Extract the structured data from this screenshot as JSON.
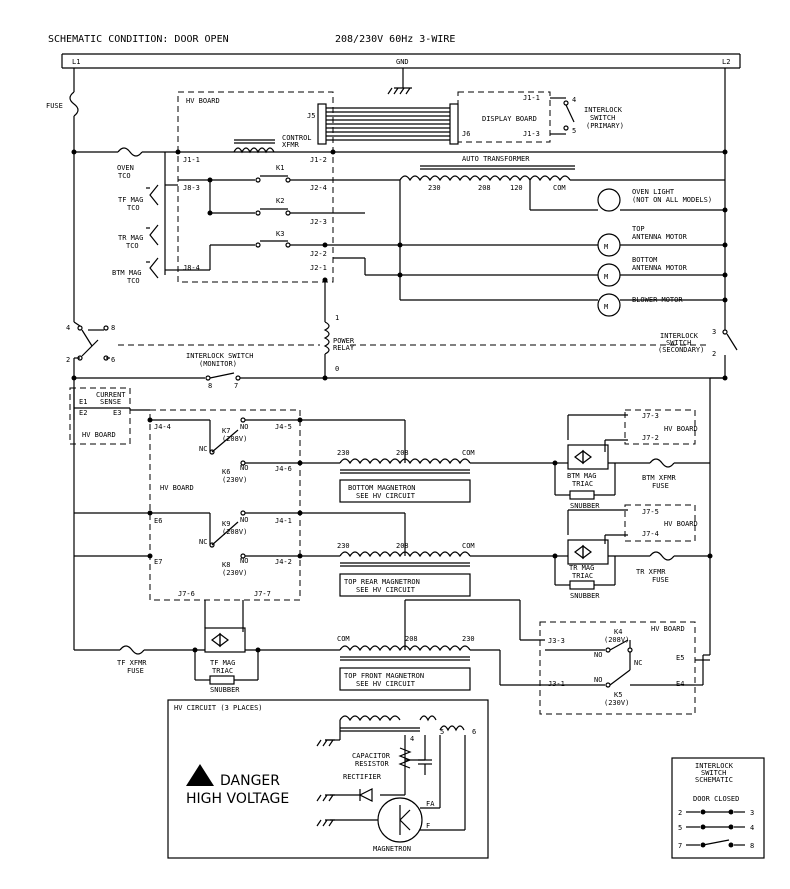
{
  "header": {
    "condition": "SCHEMATIC CONDITION: DOOR OPEN",
    "supply": "208/230V 60Hz 3-WIRE"
  },
  "lines": {
    "l1": "L1",
    "gnd": "GND",
    "l2": "L2",
    "fuse": "FUSE"
  },
  "hv_board_top": {
    "title": "HV BOARD",
    "j5": "J5",
    "j6": "J6",
    "j1_1": "J1-1",
    "j1_2": "J1-2",
    "j8_3": "J8-3",
    "j8_4": "J8-4",
    "j2_4": "J2-4",
    "j2_3": "J2-3",
    "j2_2": "J2-2",
    "j2_1": "J2-1",
    "k1": "K1",
    "k2": "K2",
    "k3": "K3",
    "control_xfmr": [
      "CONTROL",
      "XFMR"
    ]
  },
  "display": {
    "label": "DISPLAY BOARD",
    "j1_1": "J1-1",
    "j1_3": "J1-3",
    "n4": "4",
    "n5": "5",
    "interlock": [
      "INTERLOCK",
      "SWITCH",
      "(PRIMARY)"
    ]
  },
  "tcos": {
    "oven": [
      "OVEN",
      "TCO"
    ],
    "tf_mag": [
      "TF MAG",
      "TCO"
    ],
    "tr_mag": [
      "TR MAG",
      "TCO"
    ],
    "btm_mag": [
      "BTM MAG",
      "TCO"
    ]
  },
  "auto_transformer": {
    "label": "AUTO TRANSFORMER",
    "t230": "230",
    "t208": "208",
    "t120": "120",
    "com": "COM"
  },
  "loads": {
    "oven_light": [
      "OVEN LIGHT",
      "(NOT ON ALL MODELS)"
    ],
    "top_antenna": [
      "TOP",
      "ANTENNA MOTOR"
    ],
    "bottom_antenna": [
      "BOTTOM",
      "ANTENNA MOTOR"
    ],
    "blower": "BLOWER MOTOR",
    "motor_symbol": "M"
  },
  "power_relay": {
    "label": [
      "POWER",
      "RELAY"
    ],
    "n1": "1",
    "n0": "0"
  },
  "interlock_left": {
    "n4": "4",
    "n8": "8",
    "n2": "2",
    "n6": "6"
  },
  "interlock_monitor": {
    "label": [
      "INTERLOCK SWITCH",
      "(MONITOR)"
    ],
    "n8": "8",
    "n7": "7"
  },
  "interlock_secondary": {
    "label": [
      "INTERLOCK",
      "SWITCH",
      "(SECONDARY)"
    ],
    "n3": "3",
    "n2": "2"
  },
  "current_sense": {
    "label": [
      "CURRENT",
      "SENSE"
    ],
    "e1": "E1",
    "e2": "E2",
    "e3": "E3",
    "board": "HV BOARD"
  },
  "hv_board_mid": {
    "title": "HV BOARD",
    "j4_4": "J4-4",
    "j4_5": "J4-5",
    "j4_6": "J4-6",
    "j4_1": "J4-1",
    "j4_2": "J4-2",
    "e6": "E6",
    "e7": "E7",
    "j7_6": "J7-6",
    "j7_7": "J7-7",
    "no": "NO",
    "nc": "NC",
    "k7": [
      "K7",
      "(208V)"
    ],
    "k6": [
      "K6",
      "(230V)"
    ],
    "k9": [
      "K9",
      "(208V)"
    ],
    "k8": [
      "K8",
      "(230V)"
    ]
  },
  "magnetrons": {
    "bottom": {
      "label": [
        "BOTTOM MAGNETRON",
        "SEE HV CIRCUIT"
      ],
      "t230": "230",
      "t208": "208",
      "com": "COM"
    },
    "top_rear": {
      "label": [
        "TOP REAR MAGNETRON",
        "SEE HV CIRCUIT"
      ],
      "t230": "230",
      "t208": "208",
      "com": "COM"
    },
    "top_front": {
      "label": [
        "TOP FRONT MAGNETRON",
        "SEE HV CIRCUIT"
      ],
      "com": "COM",
      "t208": "208",
      "t230": "230"
    }
  },
  "triacs": {
    "btm": {
      "label": [
        "BTM MAG",
        "TRIAC"
      ],
      "j7_3": "J7-3",
      "j7_2": "J7-2",
      "board": "HV BOARD",
      "snubber": "SNUBBER",
      "fuse": [
        "BTM XFMR",
        "FUSE"
      ]
    },
    "tr": {
      "label": [
        "TR MAG",
        "TRIAC"
      ],
      "j7_5": "J7-5",
      "j7_4": "J7-4",
      "board": "HV BOARD",
      "snubber": "SNUBBER",
      "fuse": [
        "TR XFMR",
        "FUSE"
      ]
    },
    "tf": {
      "label": [
        "TF MAG",
        "TRIAC"
      ],
      "snubber": "SNUBBER",
      "fuse": [
        "TF XFMR",
        "FUSE"
      ]
    }
  },
  "hv_board_low": {
    "title": "HV BOARD",
    "j3_3": "J3-3",
    "j3_1": "J3-1",
    "k4": [
      "K4",
      "(208V)"
    ],
    "k5": [
      "K5",
      "(230V)"
    ],
    "no": "NO",
    "nc": "NC",
    "e5": "E5",
    "e4": "E4"
  },
  "hv_circuit": {
    "title": "HV CIRCUIT (3 PLACES)",
    "cap": [
      "CAPACITOR",
      "RESISTOR"
    ],
    "rectifier": "RECTIFIER",
    "magnetron": "MAGNETRON",
    "n4": "4",
    "n5": "5",
    "n6": "6",
    "fa": "FA",
    "f": "F",
    "danger": "DANGER",
    "high_voltage": "HIGH VOLTAGE"
  },
  "interlock_schematic": {
    "title": [
      "INTERLOCK",
      "SWITCH",
      "SCHEMATIC"
    ],
    "door_closed": "DOOR CLOSED",
    "rows": [
      {
        "a": "2",
        "b": "3"
      },
      {
        "a": "5",
        "b": "4"
      },
      {
        "a": "7",
        "b": "8"
      }
    ]
  }
}
